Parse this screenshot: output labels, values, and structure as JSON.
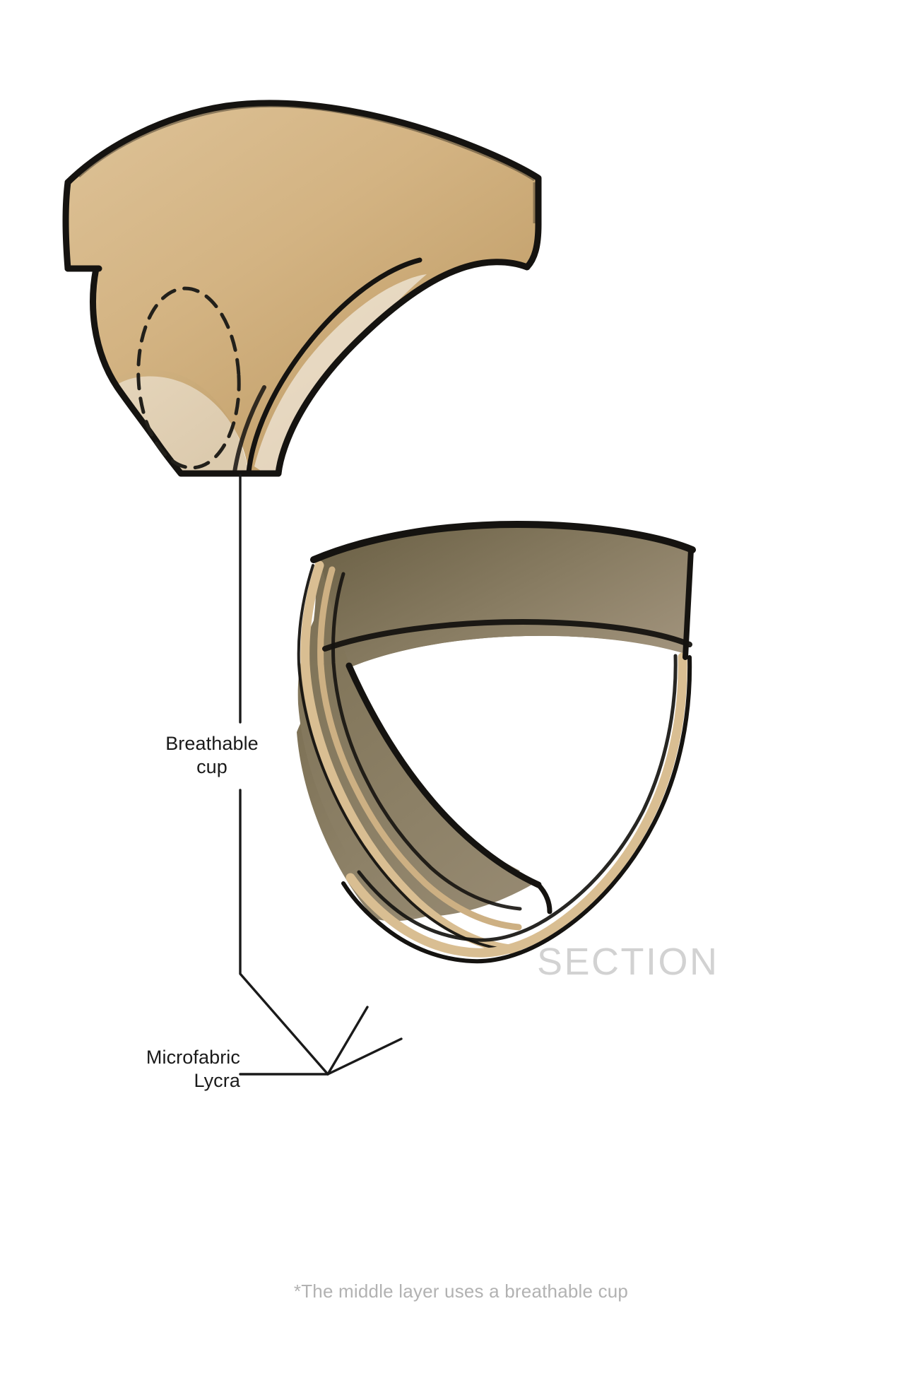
{
  "figure": {
    "type": "technical-apparel-illustration",
    "background_color": "#ffffff",
    "views": [
      {
        "name": "front-view",
        "title": "",
        "fabric_fill_light": "#d8bb8d",
        "fabric_fill_dark": "#c29f6d",
        "outline_color": "#151310",
        "dashed_detail": "breathable cup panel outline"
      },
      {
        "name": "section-view",
        "title": "SECTION",
        "fabric_fill_light": "#9d9079",
        "fabric_fill_dark": "#756a4f",
        "piping_color": "#d6bb8e",
        "outline_color": "#121110"
      }
    ]
  },
  "watermark": {
    "section_label": "SECTION",
    "color": "#d2d2d2"
  },
  "callouts": [
    {
      "id": "breathable-cup",
      "text": "Breathable\ncup",
      "line1": "Breathable",
      "line2": "cup",
      "align": "center",
      "leader": "vertical line up to front view cup panel"
    },
    {
      "id": "microfabric-lycra",
      "text": "Microfabric\nLycra",
      "line1": "Microfabric",
      "line2": "Lycra",
      "align": "right",
      "leader": "branching fan to two fabric layers of section view"
    }
  ],
  "footnote": {
    "text": "*The middle layer uses a breathable cup",
    "color": "#b2b2b2"
  },
  "colors": {
    "ink": "#151310",
    "tan_light": "#d8bb8d",
    "tan_mid": "#c9a877",
    "tan_dark": "#b2915f",
    "olive_light": "#9d9079",
    "olive_dark": "#6f6449",
    "label_text": "#1a1a1a",
    "muted_text": "#b2b2b2",
    "watermark": "#d2d2d2"
  }
}
